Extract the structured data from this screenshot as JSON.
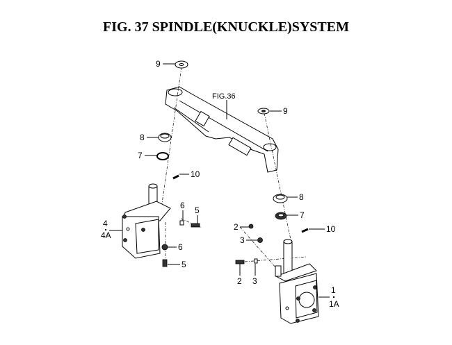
{
  "title": "FIG. 37  SPINDLE(KNUCKLE)SYSTEM",
  "callouts": {
    "fig_ref": "FIG.36",
    "washer_left": "9",
    "washer_right": "9",
    "seal_left": "8",
    "seal_right": "8",
    "bearing_left": "7",
    "bearing_right": "7",
    "pin_left": "10",
    "pin_right": "10",
    "knuckle_left_a": "4",
    "knuckle_left_b": "4A",
    "knuckle_right_a": "1",
    "knuckle_right_b": "1A",
    "nut_left_upper": "6",
    "bolt_left_upper": "5",
    "nut_left_lower": "6",
    "bolt_left_lower": "5",
    "bolt_right_upper": "2",
    "nut_right_upper": "3",
    "bolt_right_lower": "2",
    "nut_right_lower": "3"
  }
}
